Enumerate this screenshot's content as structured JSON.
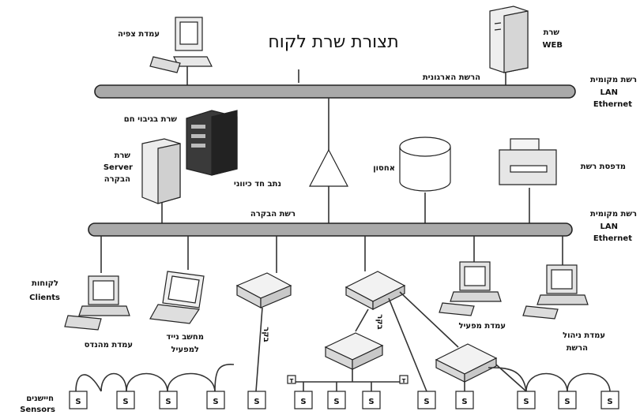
{
  "title": "תצורת שרת לקוח",
  "buses": {
    "organizational": {
      "name": "הרשת הארגונית",
      "side_label": [
        "רשת מקומית",
        "LAN",
        "Ethernet"
      ]
    },
    "control": {
      "name": "רשת הבקרה",
      "side_label": [
        "רשת מקומית",
        "LAN",
        "Ethernet"
      ]
    }
  },
  "devices": {
    "view_station": "עמדת צפיה",
    "web_server": [
      "שרת",
      "WEB"
    ],
    "backup_server": "שרת בגיבוי חם",
    "control_server": [
      "שרת",
      "Server",
      "הבקרה"
    ],
    "router": "נתב חד כיווני",
    "storage": "אחסון",
    "printer": "מדפסת רשת",
    "clients": [
      "לקוחות",
      "Clients"
    ],
    "engineer_station": "עמדת מהנדס",
    "laptop": [
      "מחשב נייד",
      "למפעיל"
    ],
    "controller_1": "בקר",
    "controller_2": "בקר",
    "operator_station": "עמדת מפעיל",
    "network_mgmt_station": [
      "עמדת ניהול",
      "הרשת"
    ],
    "sensors": [
      "חיישנים",
      "Sensors"
    ],
    "sensor_symbol": "S",
    "terminator_symbol": "T"
  }
}
